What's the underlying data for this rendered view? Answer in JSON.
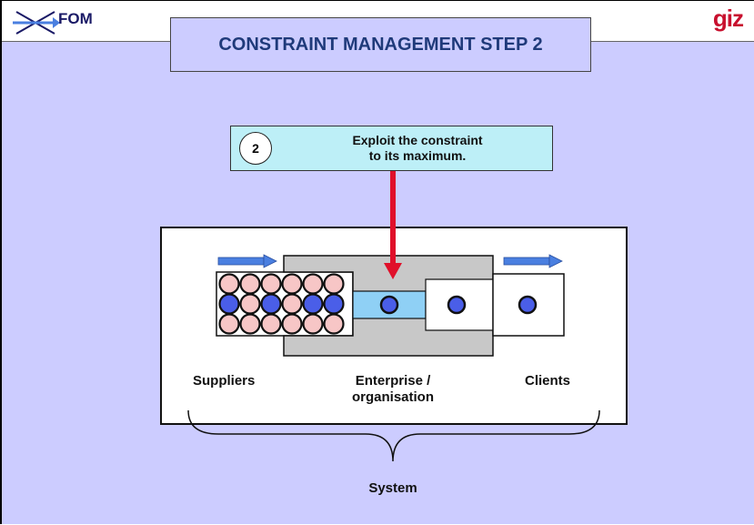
{
  "header": {
    "logo_left": "FOM",
    "logo_right": "giz",
    "title": "CONSTRAINT MANAGEMENT STEP 2"
  },
  "step": {
    "number": "2",
    "text_line1": "Exploit the constraint",
    "text_line2": "to its maximum."
  },
  "diagram": {
    "suppliers": "Suppliers",
    "enterprise_line1": "Enterprise /",
    "enterprise_line2": "organisation",
    "clients": "Clients",
    "system": "System"
  },
  "colors": {
    "background": "#ccccff",
    "title_text": "#1f3a7a",
    "step_box": "#bdeff7",
    "arrow_red": "#e0102a",
    "flow_arrow": "#4a7fe0",
    "bead_pink": "#f7c6c6",
    "bead_blue": "#4a5ee8",
    "pipe_grey": "#c8c8c8",
    "pipe_light_blue": "#8fd0f5",
    "giz_red": "#c8102e"
  }
}
